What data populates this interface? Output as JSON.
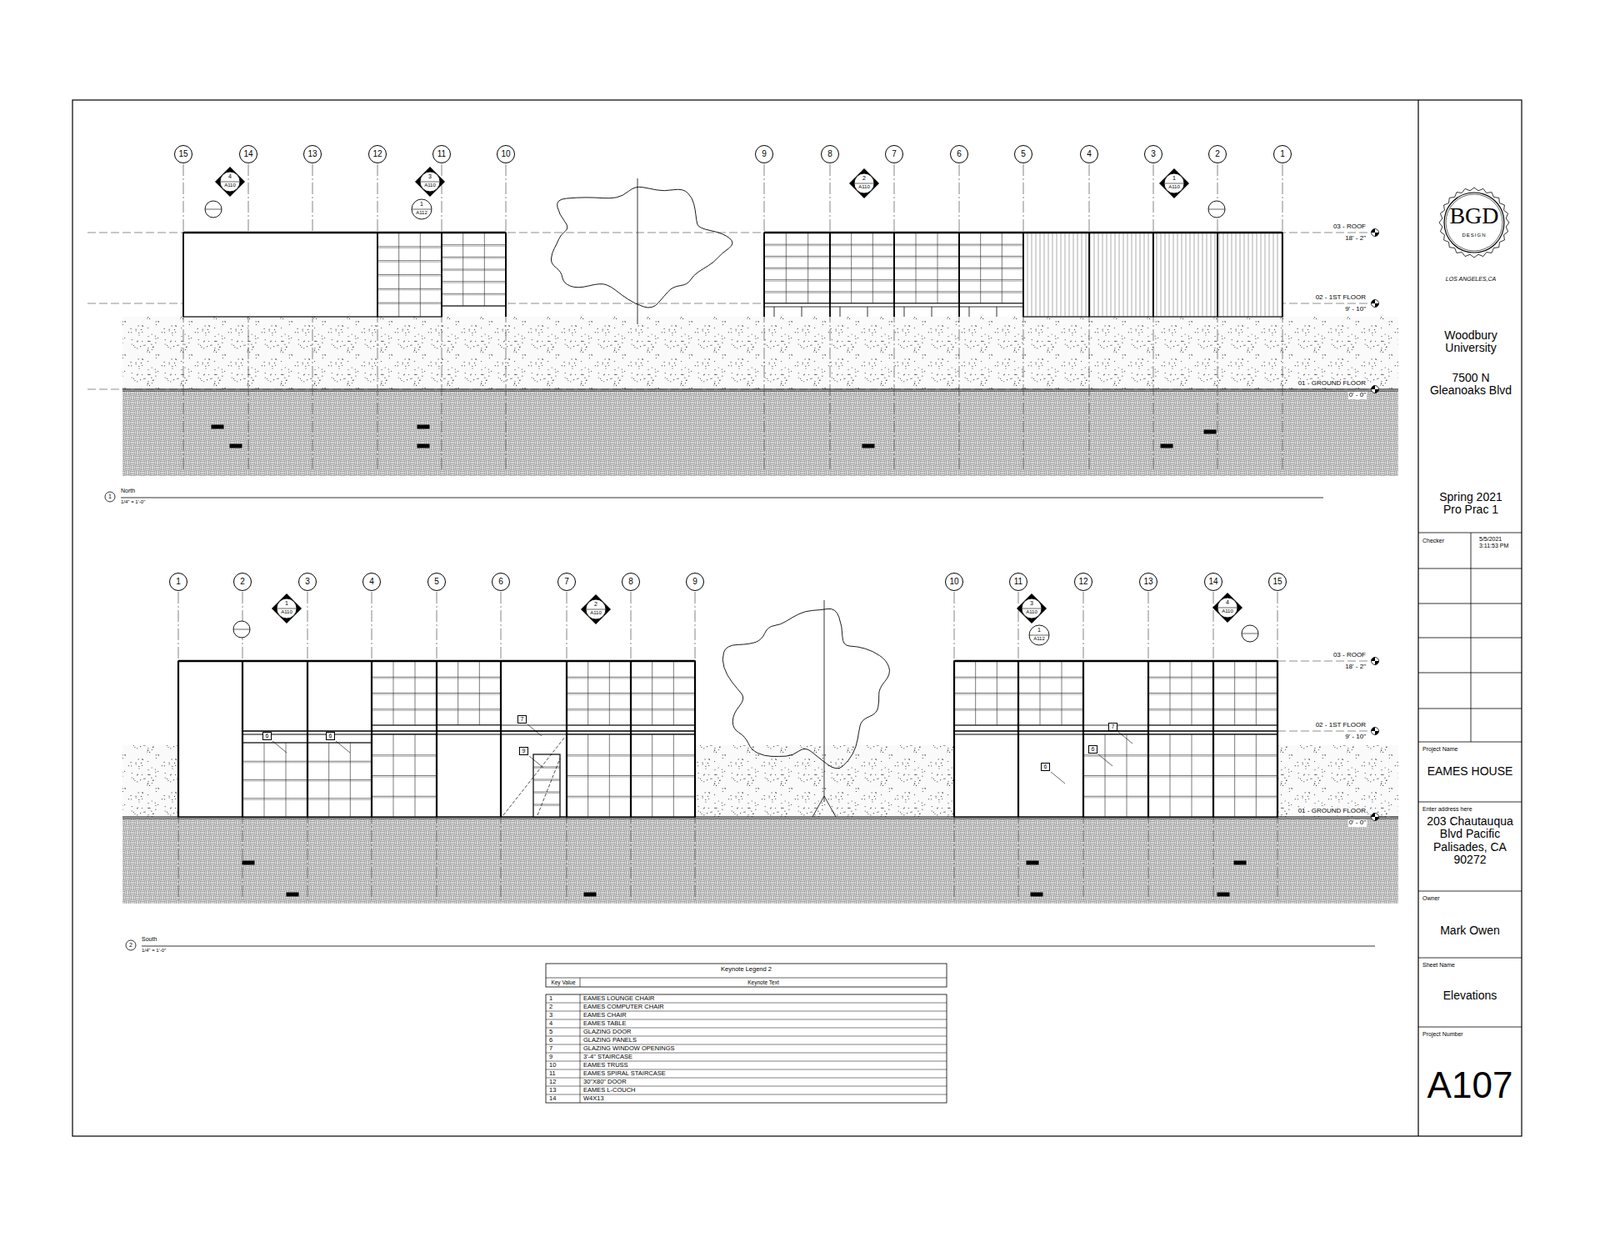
{
  "diagram": {
    "nodes": [
      {
        "text": [
          "BGD",
          "DESIGN"
        ]
      },
      {
        "text": [
          "Checker"
        ]
      },
      {
        "text": [
          "5/5/2021 3:11:53 PM"
        ]
      },
      {
        "text": [
          "Project Name",
          "EAMES HOUSE"
        ]
      },
      {
        "text": [
          "Enter address here",
          "203 Chautauqua Blvd Pacific Palisades, CA 90272"
        ]
      },
      {
        "text": [
          "Owner",
          "Mark Owen"
        ]
      },
      {
        "text": [
          "Sheet Name",
          "Elevations"
        ]
      },
      {
        "text": [
          "Project Number",
          "A107"
        ]
      },
      {
        "text": [
          "15"
        ]
      },
      {
        "text": [
          "14"
        ]
      },
      {
        "text": [
          "13"
        ]
      },
      {
        "text": [
          "12"
        ]
      },
      {
        "text": [
          "11"
        ]
      },
      {
        "text": [
          "10"
        ]
      },
      {
        "text": [
          "9"
        ]
      },
      {
        "text": [
          "8"
        ]
      },
      {
        "text": [
          "7"
        ]
      },
      {
        "text": [
          "6"
        ]
      },
      {
        "text": [
          "5"
        ]
      },
      {
        "text": [
          "4"
        ]
      },
      {
        "text": [
          "3"
        ]
      },
      {
        "text": [
          "2"
        ]
      },
      {
        "text": [
          "1"
        ]
      },
      {
        "text": [
          "1"
        ]
      },
      {
        "text": [
          "2"
        ]
      },
      {
        "text": [
          "3"
        ]
      },
      {
        "text": [
          "4"
        ]
      },
      {
        "text": [
          "5"
        ]
      },
      {
        "text": [
          "6"
        ]
      },
      {
        "text": [
          "7"
        ]
      },
      {
        "text": [
          "8"
        ]
      },
      {
        "text": [
          "9"
        ]
      },
      {
        "text": [
          "10"
        ]
      },
      {
        "text": [
          "11"
        ]
      },
      {
        "text": [
          "12"
        ]
      },
      {
        "text": [
          "13"
        ]
      },
      {
        "text": [
          "14"
        ]
      },
      {
        "text": [
          "15"
        ]
      },
      {
        "text": [
          "6"
        ]
      },
      {
        "text": [
          "6"
        ]
      },
      {
        "text": [
          "7"
        ]
      },
      {
        "text": [
          "9"
        ]
      },
      {
        "text": [
          "7"
        ]
      },
      {
        "text": [
          "6"
        ]
      },
      {
        "text": [
          "6"
        ]
      }
    ],
    "labels": [
      "LOS ANGELES,CA",
      "Woodbury University",
      "7500 N Gleanoaks Blvd",
      "Spring 2021 Pro Prac 1",
      "03 - ROOF",
      "18' - 2\"",
      "02 - 1ST FLOOR",
      "9' - 10\"",
      "01 - GROUND FLOOR",
      "0' - 0\"",
      "03 - ROOF",
      "18' - 2\"",
      "02 - 1ST FLOOR",
      "9' - 10\"",
      "01 - GROUND FLOOR",
      "0' - 0\"",
      "1",
      "North",
      "1/4\" = 1'-0\"",
      "2",
      "South",
      "1/4\" = 1'-0\"",
      "4",
      "A110",
      "3",
      "A110",
      "1",
      "A112",
      "2",
      "A110",
      "1",
      "A110",
      "1",
      "A110",
      "2",
      "A110",
      "3",
      "A110",
      "1",
      "A112",
      "4",
      "A110",
      "Keynote Legend 2",
      "Key Value",
      "Keynote Text",
      "1",
      "EAMES LOUNGE CHAIR",
      "2",
      "EAMES COMPUTER CHAIR",
      "3",
      "EAMES CHAIR",
      "4",
      "EAMES TABLE",
      "5",
      "GLAZING DOOR",
      "6",
      "GLAZING PANELS",
      "7",
      "GLAZING WINDOW OPENINGS",
      "9",
      "3'-4\" STAIRCASE",
      "10",
      "EAMES TRUSS",
      "11",
      "EAMES SPIRAL STAIRCASE",
      "12",
      "30\"X80\" DOOR",
      "13",
      "EAMES L-COUCH",
      "14",
      "W4X13"
    ]
  }
}
